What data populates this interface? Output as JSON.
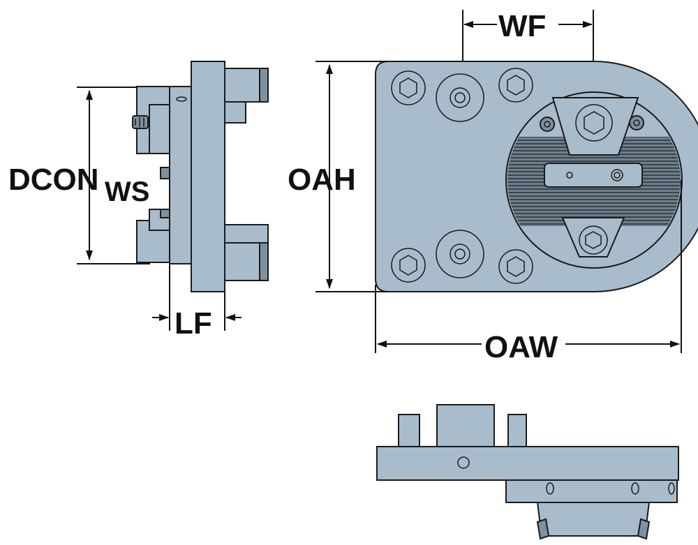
{
  "diagram": {
    "labels": {
      "dcon": "DCON",
      "ws": "WS",
      "lf": "LF",
      "oah": "OAH",
      "wf": "WF",
      "oaw": "OAW"
    },
    "colors": {
      "body": "#a9bccb",
      "shadow": "#7f919f",
      "outline": "#1a1a1a",
      "dimension": "#111111"
    }
  }
}
